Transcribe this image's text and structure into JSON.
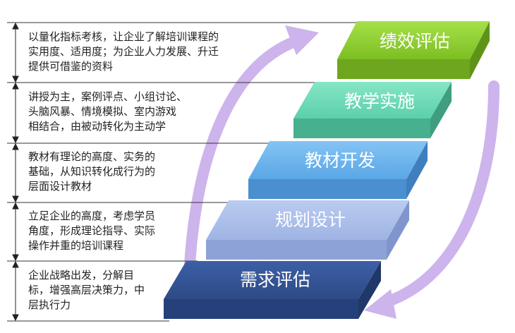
{
  "steps": [
    {
      "label": "需求评估",
      "color": "#3a5a9e",
      "text_color": "#ffffff"
    },
    {
      "label": "规划设计",
      "color": "#a8bde8",
      "text_color": "#ffffff"
    },
    {
      "label": "教材开发",
      "color": "#6fb4ee",
      "text_color": "#ffffff"
    },
    {
      "label": "教学实施",
      "color": "#6ddbb6",
      "text_color": "#ffffff"
    },
    {
      "label": "绩效评估",
      "color": "#8ecf2e",
      "text_color": "#ffffff"
    }
  ],
  "descriptions": [
    {
      "lines": [
        "以量化指标考核，让企业了解培训课程的",
        "实用度、适用度；为企业人力发展、升迁",
        "提供可借鉴的资料"
      ]
    },
    {
      "lines": [
        "讲授为主，案例评点、小组讨论、",
        "头脑风暴、情境模拟、室内游戏",
        "相结合，由被动转化为主动学"
      ]
    },
    {
      "lines": [
        "教材有理论的高度、实务的",
        "基础，从知识转化成行为的",
        "层面设计教材"
      ]
    },
    {
      "lines": [
        "立足企业的高度，考虑学员",
        "角度，形成理论指导、实际",
        "操作并重的培训课程"
      ]
    },
    {
      "lines": [
        "企业战略出发，分解目",
        "标，增强高层决策力，中",
        "层执行力"
      ]
    }
  ],
  "arrow_color": "#cdb4ec"
}
